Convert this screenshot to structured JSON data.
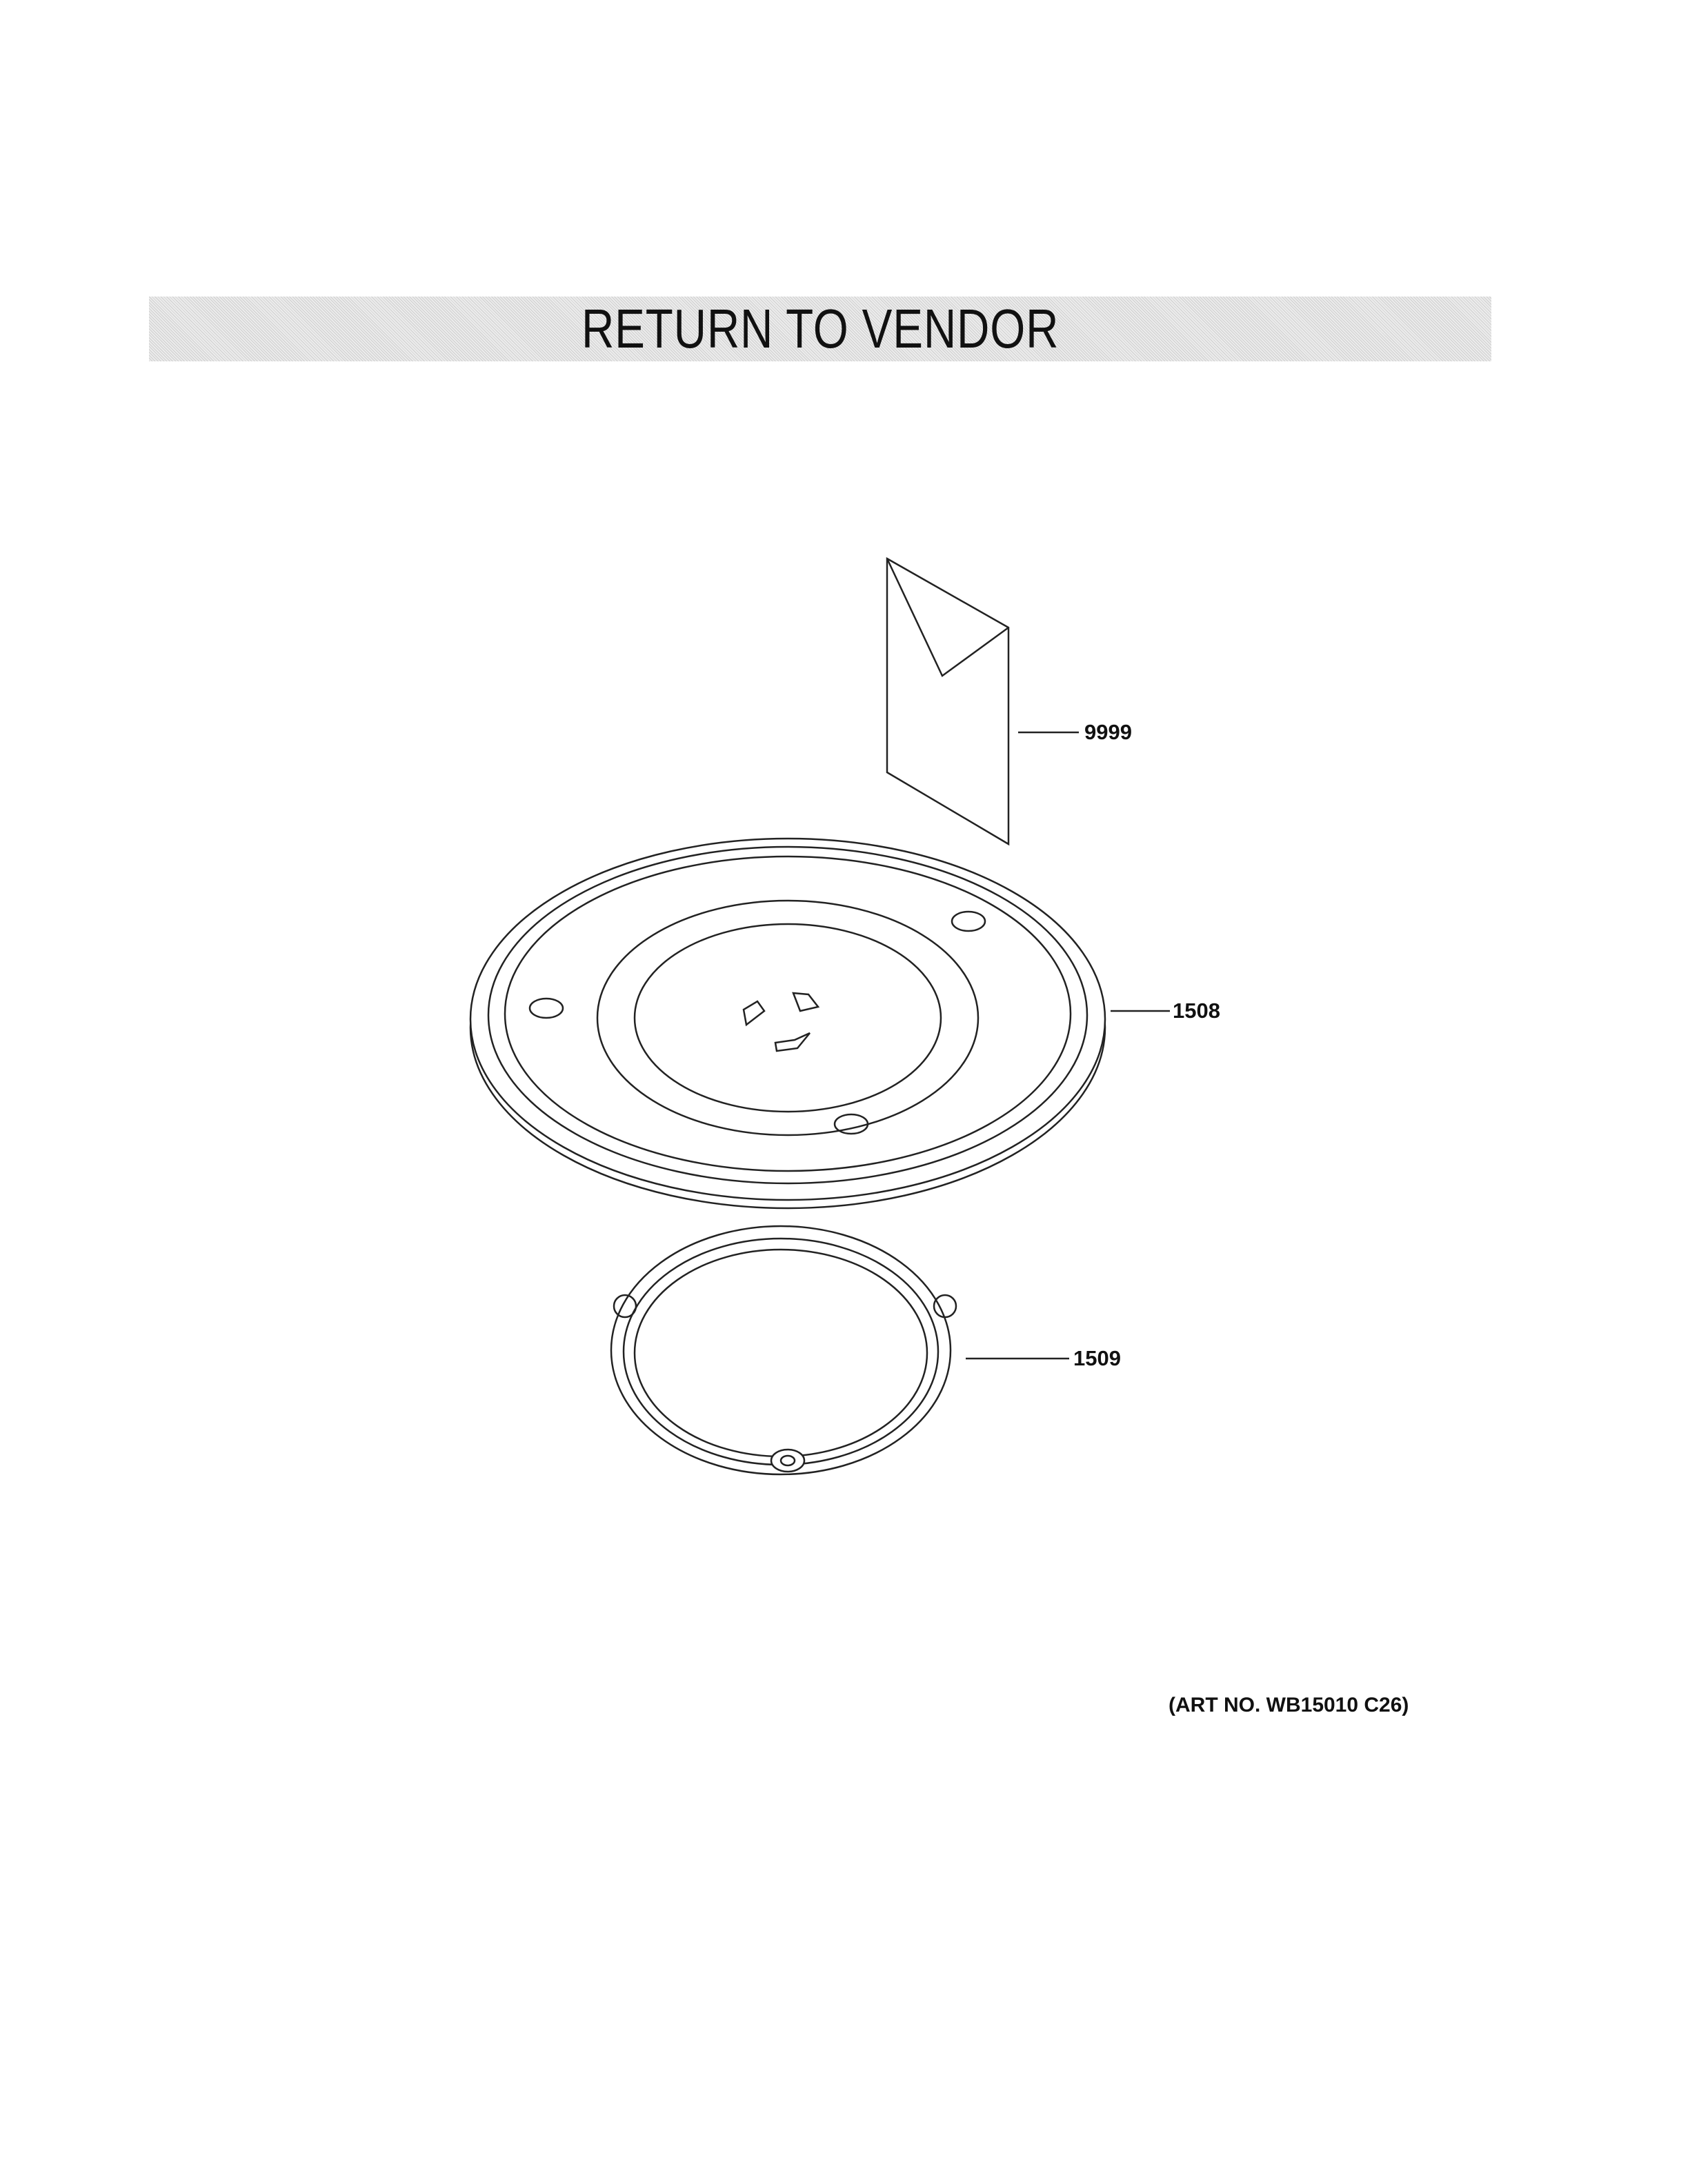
{
  "banner": {
    "title": "RETURN TO VENDOR"
  },
  "callouts": {
    "envelope": "9999",
    "tray": "1508",
    "roller_ring": "1509"
  },
  "art_number": "(ART NO. WB15010 C26)"
}
